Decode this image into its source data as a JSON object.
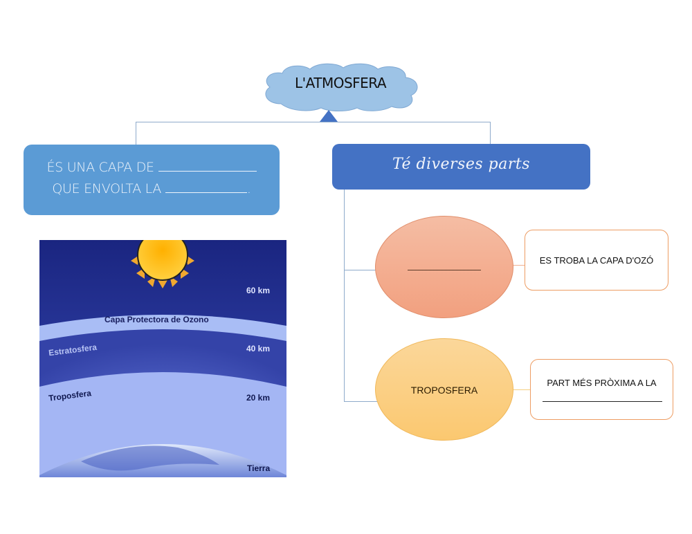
{
  "title": "L'ATMOSFERA",
  "left_box": {
    "line1_prefix": "ÉS UNA CAPA DE",
    "line2_prefix": "QUE ENVOLTA LA",
    "line2_suffix": "."
  },
  "right_box": {
    "label": "Té diverses parts"
  },
  "parts": [
    {
      "ellipse_label": "",
      "ellipse_blank": true,
      "color": "#f4ae90",
      "description": "ES TROBA LA CAPA D'OZÓ",
      "description_blank": false
    },
    {
      "ellipse_label": "TROPOSFERA",
      "ellipse_blank": false,
      "color": "#fbcf82",
      "description": "PART MÉS PRÒXIMA A LA",
      "description_blank": true
    }
  ],
  "illustration": {
    "labels": {
      "km60": "60 km",
      "ozone": "Capa Protectora de Ozono",
      "stratosphere": "Estratosfera",
      "km40": "40 km",
      "troposphere": "Troposfera",
      "km20": "20 km",
      "earth": "Tierra"
    }
  },
  "colors": {
    "cloud": "#9dc3e6",
    "left_box": "#5b9bd5",
    "right_box": "#4472c4",
    "connector": "#8eaacb",
    "outline_orange": "#ed9c62"
  }
}
